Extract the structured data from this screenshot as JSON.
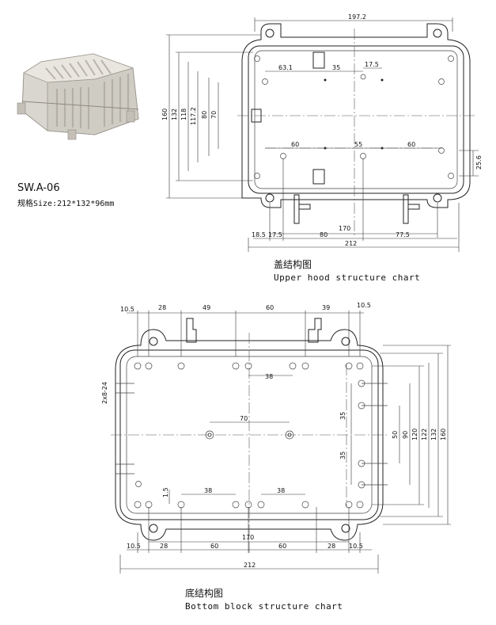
{
  "product": {
    "model": "SW.A-06",
    "size_spec": "规格Size:212*132*96mm"
  },
  "upper": {
    "title_cn": "盖结构图",
    "title_en": "Upper hood structure chart",
    "dims": {
      "top_width": "197.2",
      "h160": "160",
      "h132": "132",
      "h118": "118",
      "h117_2": "117.2",
      "h80": "80",
      "h70": "70",
      "d63_1": "63.1",
      "d35": "35",
      "d17_5_top": "17.5",
      "d60_left": "60",
      "d55": "55",
      "d60_right": "60",
      "d25_6": "25.6",
      "d170": "170",
      "d18_5": "18.5",
      "d17_5": "17.5",
      "d80": "80",
      "d77_5": "77.5",
      "d212": "212"
    }
  },
  "bottom": {
    "title_cn": "底结构图",
    "title_en": "Bottom block structure chart",
    "dims": {
      "d10_5_tl": "10.5",
      "d28_t": "28",
      "d49": "49",
      "d60_t": "60",
      "d39": "39",
      "d10_5_tr": "10.5",
      "d38_t": "38",
      "d2x8_24": "2x8-24",
      "d70": "70",
      "d35_a": "35",
      "d35_b": "35",
      "d50": "50",
      "d90": "90",
      "d120": "120",
      "d122": "122",
      "d132": "132",
      "d160": "160",
      "d1_5": "1.5",
      "d38_bl": "38",
      "d38_br": "38",
      "d170": "170",
      "d10_5_bl": "10.5",
      "d28_bl": "28",
      "d60_bl": "60",
      "d60_br": "60",
      "d28_br": "28",
      "d10_5_br": "10.5",
      "d212": "212"
    }
  }
}
